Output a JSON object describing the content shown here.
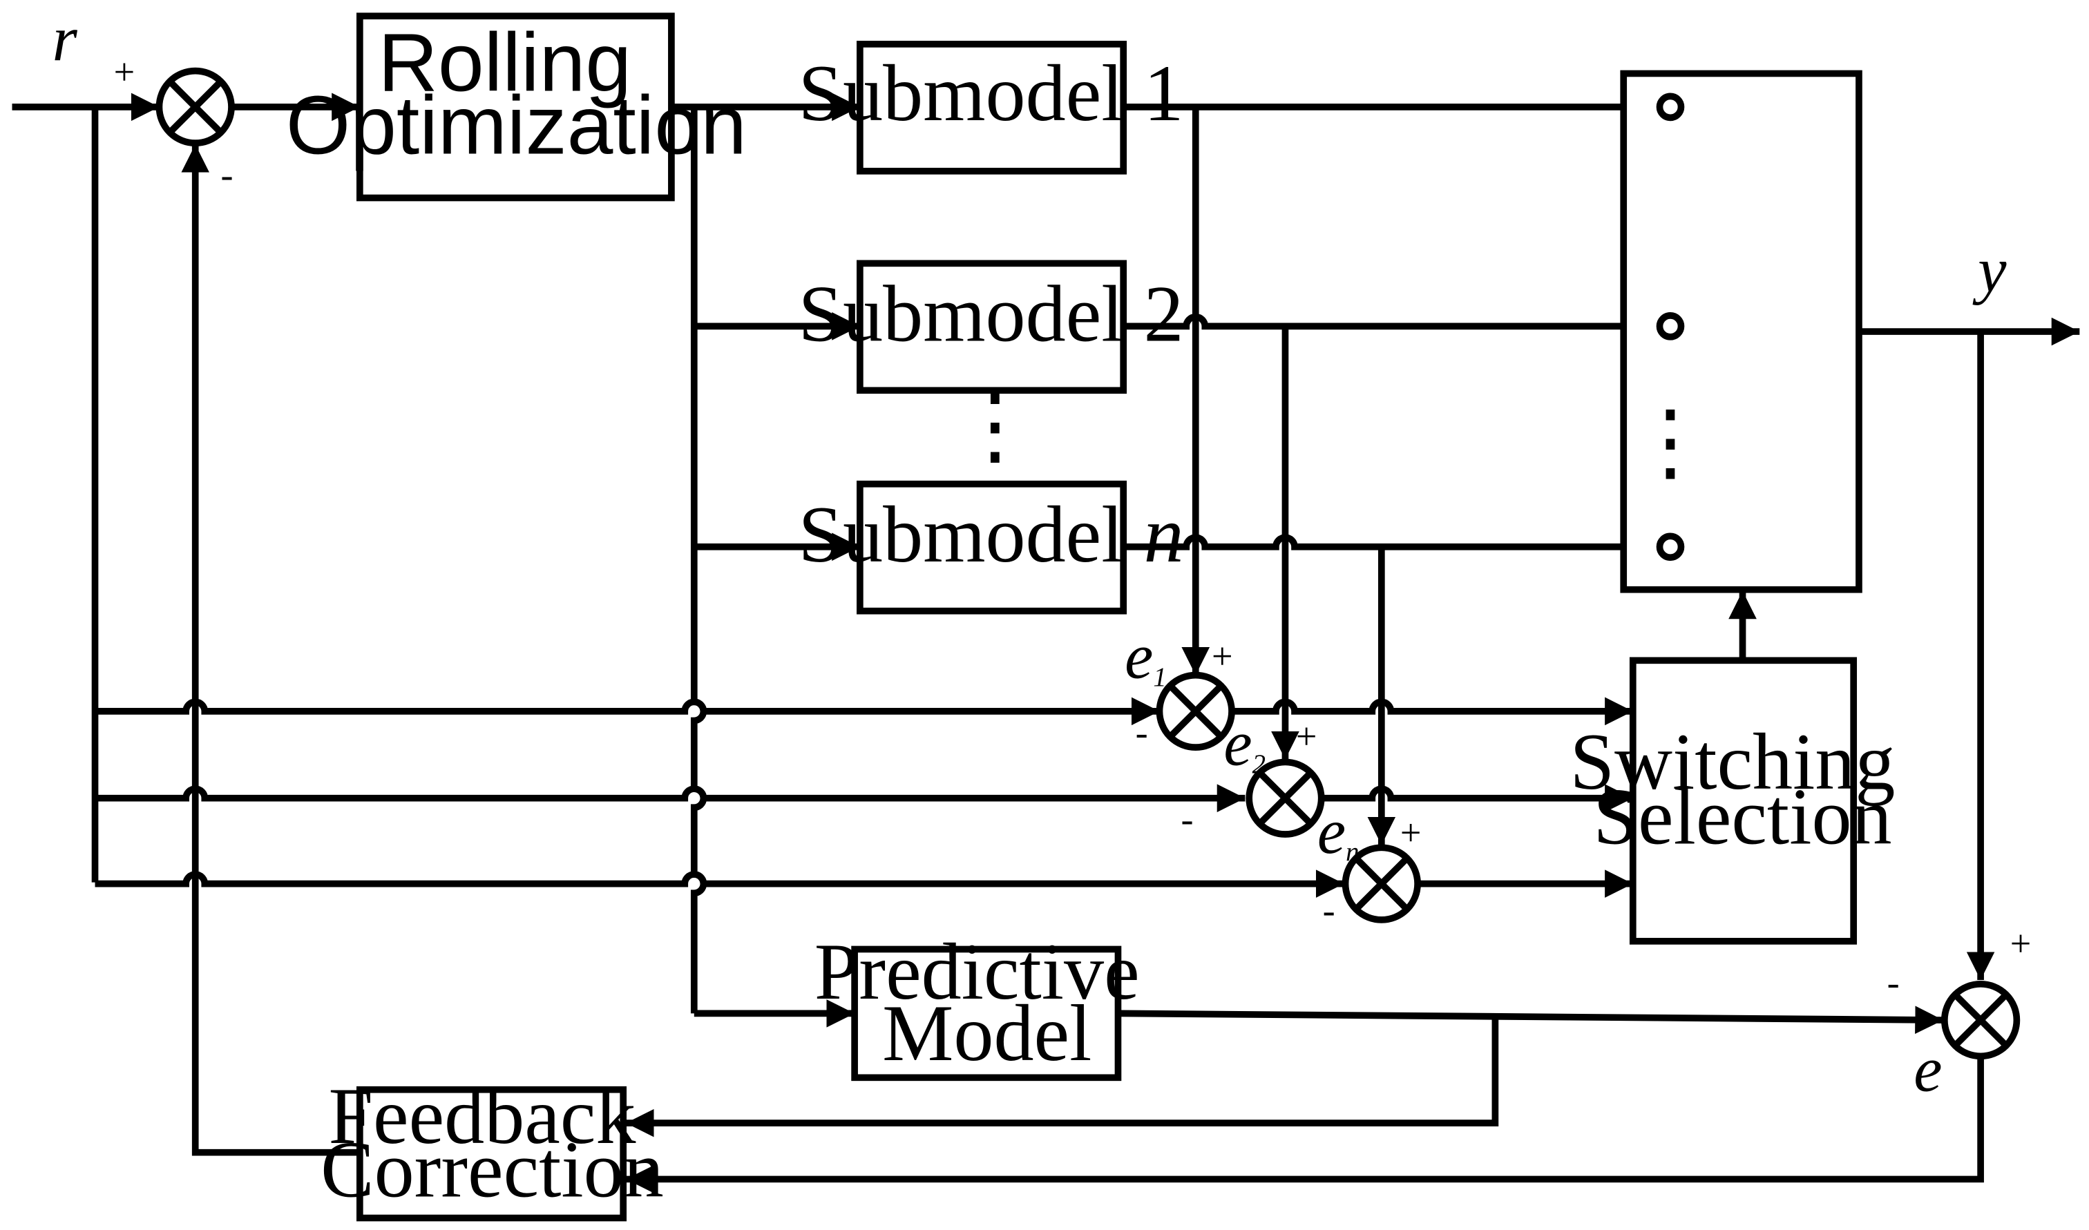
{
  "blocks": {
    "rolling_optimization": [
      "Rolling",
      "Optimization"
    ],
    "submodel_1": "Submodel 1",
    "submodel_2": "Submodel 2",
    "submodel_n_prefix": "Submodel ",
    "submodel_n_italic": "n",
    "submodel_ellipsis": "⋮",
    "switch_ellipsis": "⋮",
    "switching_selection": [
      "Switching",
      "Selection"
    ],
    "predictive_model": [
      "Predictive",
      "Model"
    ],
    "feedback_correction": [
      "Feedback",
      "Correction"
    ]
  },
  "signals": {
    "r": "r",
    "y": "y",
    "e": "e",
    "e1_base": "e",
    "e1_sub": "1",
    "e2_base": "e",
    "e2_sub": "2",
    "en_base": "e",
    "en_sub": "n"
  },
  "signs": {
    "plus": "+",
    "minus": "-"
  }
}
